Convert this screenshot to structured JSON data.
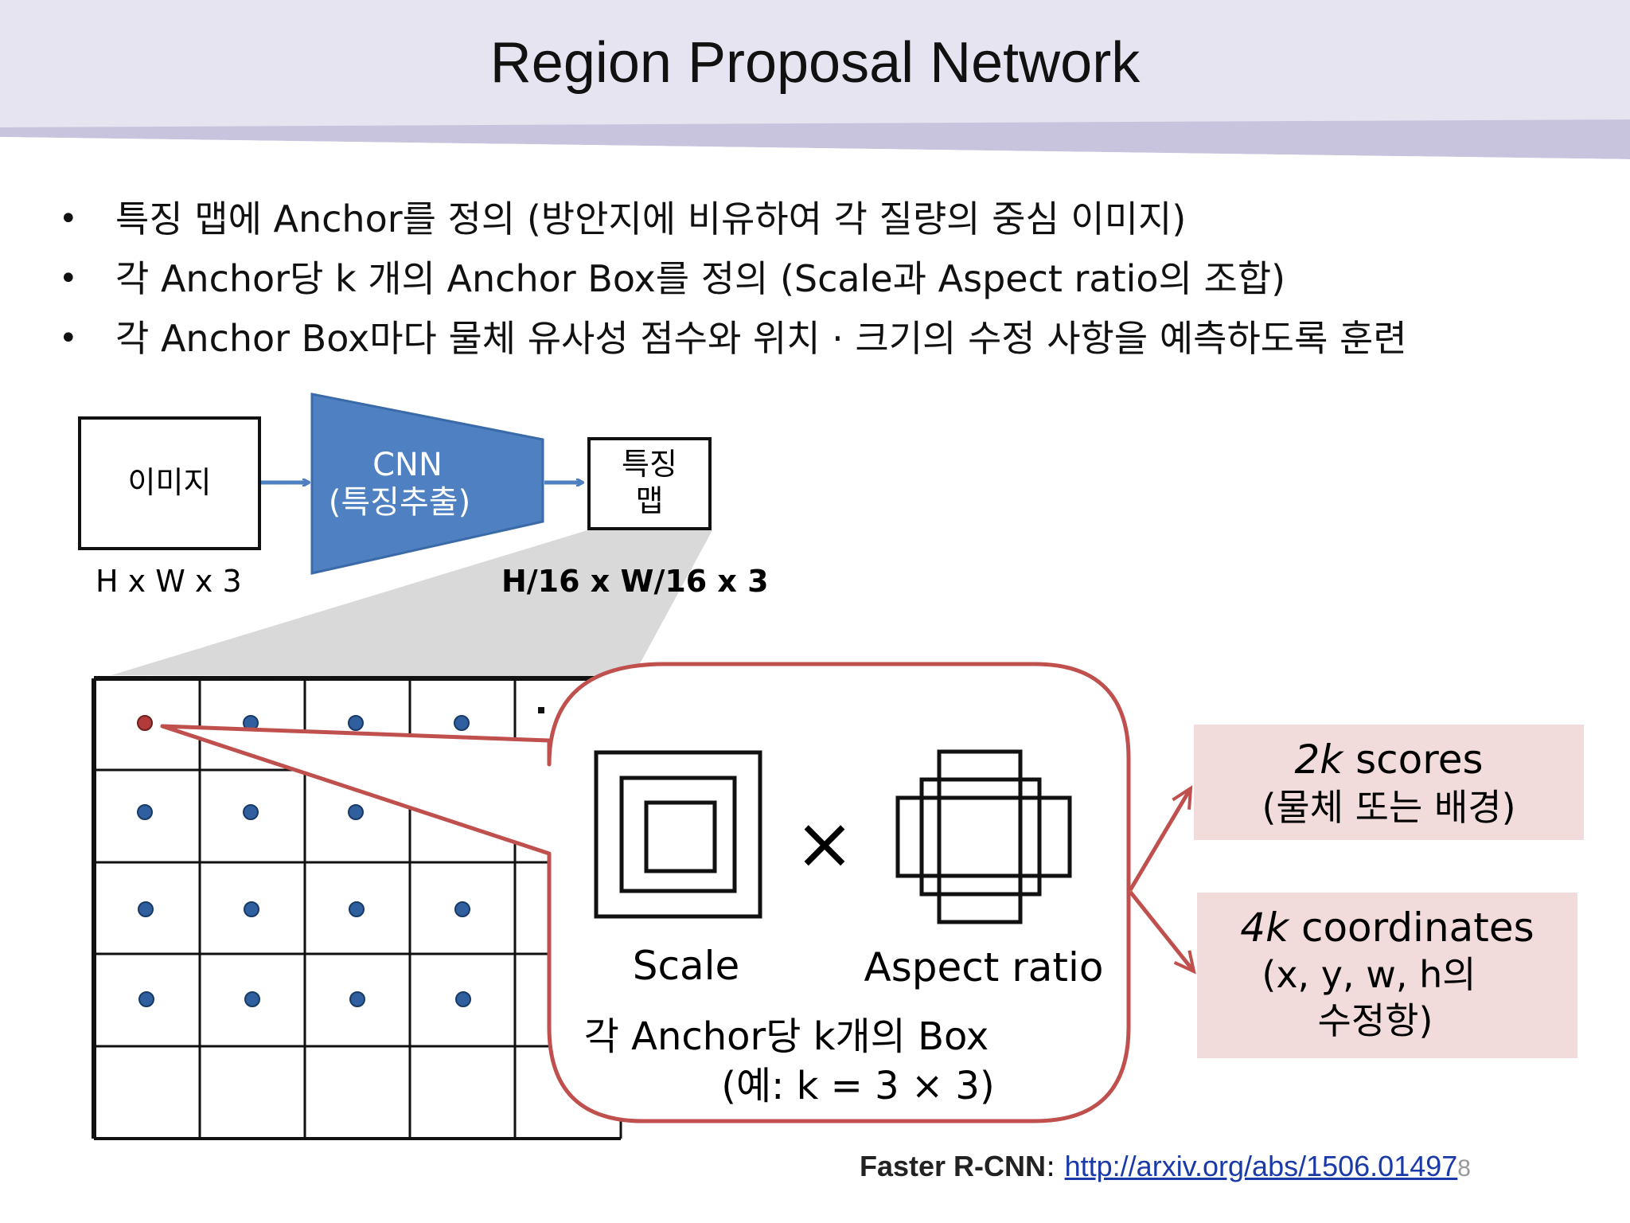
{
  "title": "Region Proposal Network",
  "bullets": [
    "특징 맵에 Anchor를 정의 (방안지에 비유하여 각 질량의 중심 이미지)",
    "각 Anchor당 k 개의 Anchor Box를 정의 (Scale과 Aspect ratio의 조합)",
    "각 Anchor Box마다 물체 유사성 점수와 위치 · 크기의 수정 사항을 예측하도록 훈련"
  ],
  "pipeline": {
    "image_label": "이미지",
    "image_dims": "H x W x 3",
    "cnn_line1": "CNN",
    "cnn_line2": "(특징추출)",
    "feature_line1": "특징",
    "feature_line2": "맵",
    "feature_dims": "H/16 x W/16 x 3"
  },
  "callout": {
    "scale_label": "Scale",
    "times_symbol": "×",
    "aspect_label": "Aspect ratio",
    "caption_line1": "각 Anchor당 k개의 Box",
    "caption_line2": "(예: k = 3 × 3)"
  },
  "outputs": {
    "scores_line1": "2k scores",
    "scores_line2": "(물체 또는 배경)",
    "coords_line1": "4k coordinates",
    "coords_line2": "(x, y, w, h의",
    "coords_line3": "수정항)"
  },
  "footer": {
    "label": "Faster R-CNN",
    "separator": ": ",
    "link": "http://arxiv.org/abs/1506.01497",
    "page": "8"
  },
  "colors": {
    "header_bg": "#e6e4f0",
    "header_stripe": "#c9c4de",
    "cnn_blue": "#4e80c2",
    "arrow_blue": "#4e80c2",
    "anchor_red": "#b23a3a",
    "anchor_blue": "#2f5f9e",
    "callout_border": "#c0504d",
    "output_bg": "#f2dcdb"
  }
}
